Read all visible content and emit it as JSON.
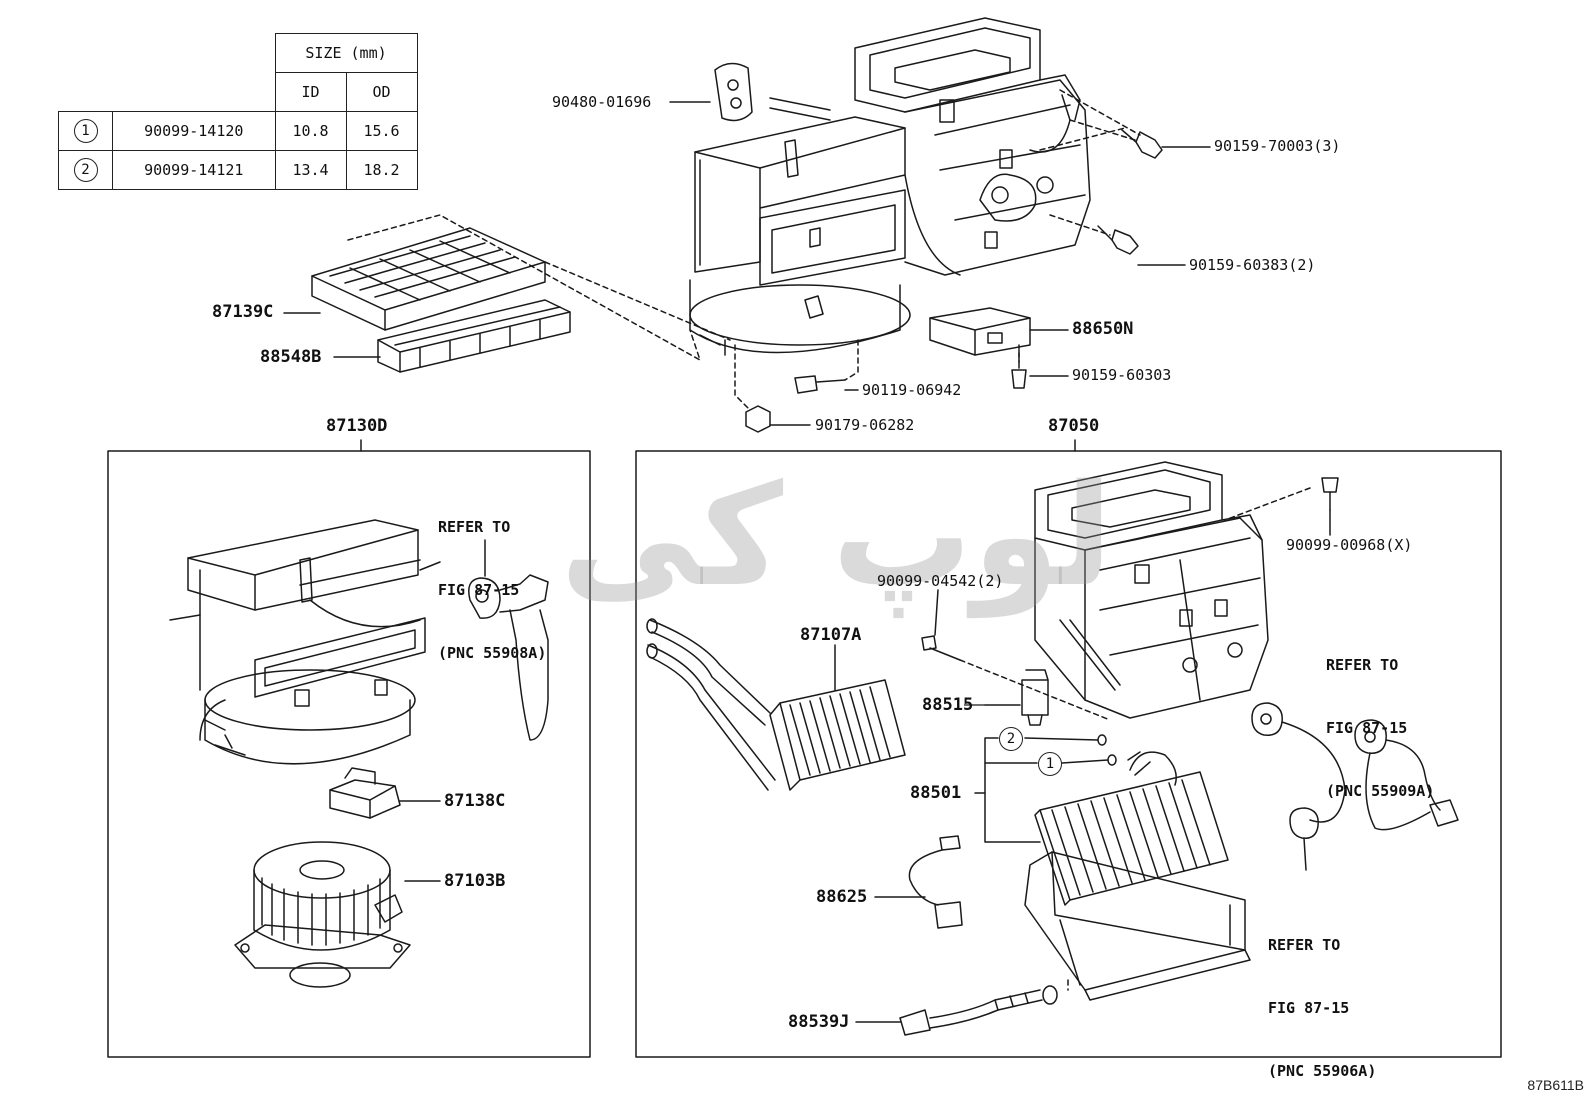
{
  "size_table": {
    "header": "SIZE (mm)",
    "col_id": "ID",
    "col_od": "OD",
    "rows": [
      {
        "mark": "1",
        "part": "90099-14120",
        "id": "10.8",
        "od": "15.6"
      },
      {
        "mark": "2",
        "part": "90099-14121",
        "id": "13.4",
        "od": "18.2"
      }
    ]
  },
  "labels": {
    "p90480": "90480-01696",
    "p90159_70003": "90159-70003(3)",
    "p90159_60383": "90159-60383(2)",
    "p87139C": "87139C",
    "p88548B": "88548B",
    "p88650N": "88650N",
    "p90119": "90119-06942",
    "p90159_60303": "90159-60303",
    "p90179": "90179-06282",
    "p87130D": "87130D",
    "p87050": "87050",
    "p87138C": "87138C",
    "p87103B": "87103B",
    "p90099_00968": "90099-00968(X)",
    "p90099_04542": "90099-04542(2)",
    "p87107A": "87107A",
    "p88515": "88515",
    "p88501": "88501",
    "p88625": "88625",
    "p88539J": "88539J",
    "mark1": "1",
    "mark2": "2"
  },
  "refers": {
    "left": [
      "REFER TO",
      "FIG 87-15",
      "(PNC 55908A)"
    ],
    "right_top": [
      "REFER TO",
      "FIG 87-15",
      "(PNC 55909A)"
    ],
    "right_bottom": [
      "REFER TO",
      "FIG 87-15",
      "(PNC 55906A)"
    ]
  },
  "figure_code": "87B611B",
  "watermark": "لوپ‌ کی"
}
